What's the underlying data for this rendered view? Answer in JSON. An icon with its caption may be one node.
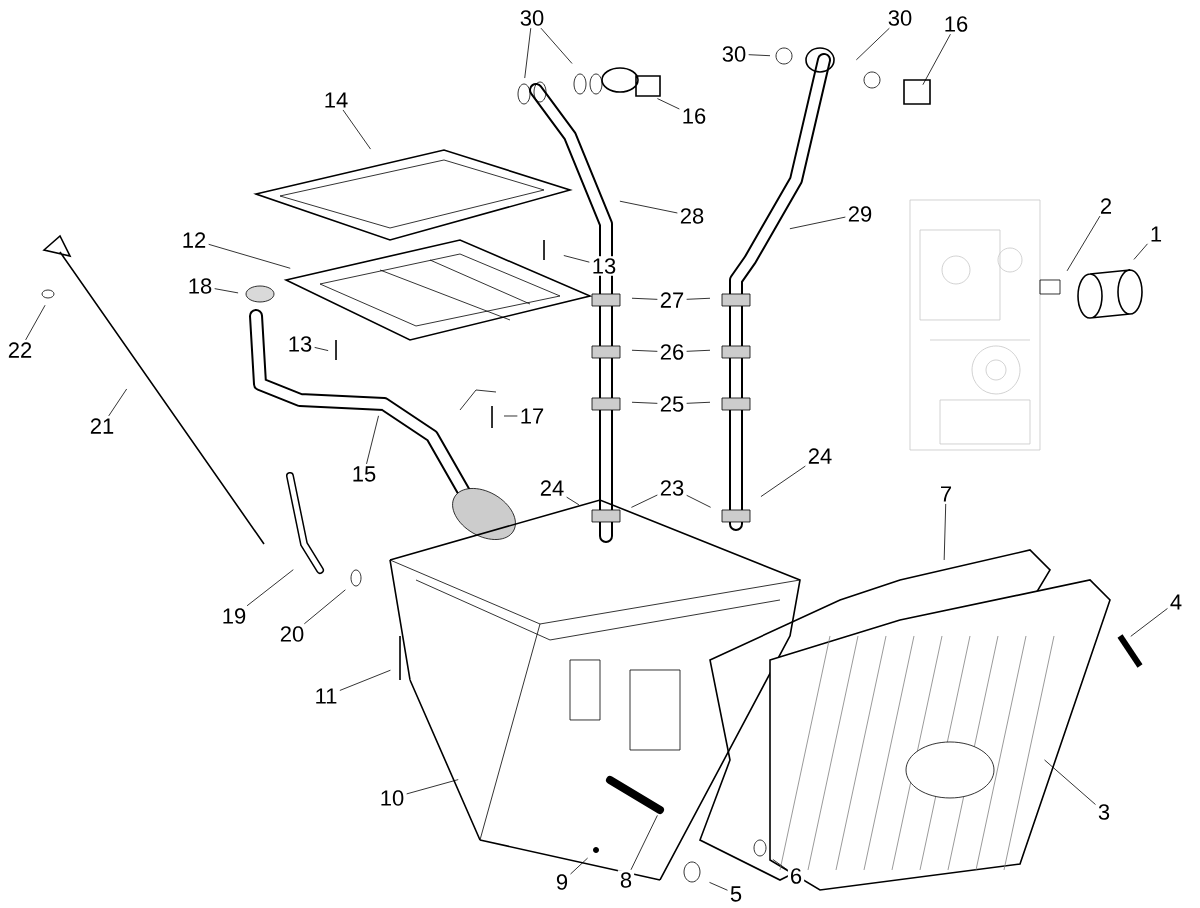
{
  "diagram": {
    "nodes": [
      {
        "text": [
          "1"
        ]
      },
      {
        "text": [
          "2"
        ]
      },
      {
        "text": [
          "3"
        ]
      },
      {
        "text": [
          "4"
        ]
      },
      {
        "text": [
          "5"
        ]
      },
      {
        "text": [
          "6"
        ]
      },
      {
        "text": [
          "7"
        ]
      },
      {
        "text": [
          "8"
        ]
      },
      {
        "text": [
          "9"
        ]
      },
      {
        "text": [
          "10"
        ]
      },
      {
        "text": [
          "11"
        ]
      },
      {
        "text": [
          "12"
        ]
      },
      {
        "text": [
          "13"
        ]
      },
      {
        "text": [
          "13"
        ]
      },
      {
        "text": [
          "14"
        ]
      },
      {
        "text": [
          "15"
        ]
      },
      {
        "text": [
          "16"
        ]
      },
      {
        "text": [
          "16"
        ]
      },
      {
        "text": [
          "17"
        ]
      },
      {
        "text": [
          "18"
        ]
      },
      {
        "text": [
          "19"
        ]
      },
      {
        "text": [
          "20"
        ]
      },
      {
        "text": [
          "21"
        ]
      },
      {
        "text": [
          "22"
        ]
      },
      {
        "text": [
          "23"
        ]
      },
      {
        "text": [
          "24"
        ]
      },
      {
        "text": [
          "24"
        ]
      },
      {
        "text": [
          "25"
        ]
      },
      {
        "text": [
          "26"
        ]
      },
      {
        "text": [
          "27"
        ]
      },
      {
        "text": [
          "28"
        ]
      },
      {
        "text": [
          "29"
        ]
      },
      {
        "text": [
          "30"
        ]
      },
      {
        "text": [
          "30"
        ]
      },
      {
        "text": [
          "30"
        ]
      }
    ],
    "edges": [
      {
        "from": 0,
        "to": null,
        "arrow": "none"
      },
      {
        "from": 1,
        "to": null,
        "arrow": "none"
      },
      {
        "from": 2,
        "to": null,
        "arrow": "none"
      },
      {
        "from": 3,
        "to": null,
        "arrow": "none"
      },
      {
        "from": 4,
        "to": null,
        "arrow": "none"
      },
      {
        "from": 5,
        "to": null,
        "arrow": "none"
      },
      {
        "from": 6,
        "to": null,
        "arrow": "none"
      },
      {
        "from": 7,
        "to": null,
        "arrow": "none"
      },
      {
        "from": 8,
        "to": null,
        "arrow": "none"
      },
      {
        "from": 9,
        "to": null,
        "arrow": "none"
      },
      {
        "from": 10,
        "to": null,
        "arrow": "none"
      },
      {
        "from": 11,
        "to": null,
        "arrow": "none"
      },
      {
        "from": 12,
        "to": null,
        "arrow": "none"
      },
      {
        "from": 13,
        "to": null,
        "arrow": "none"
      },
      {
        "from": 14,
        "to": null,
        "arrow": "none"
      },
      {
        "from": 15,
        "to": null,
        "arrow": "none"
      },
      {
        "from": 16,
        "to": null,
        "arrow": "none"
      },
      {
        "from": 17,
        "to": null,
        "arrow": "none"
      },
      {
        "from": 18,
        "to": null,
        "arrow": "none"
      },
      {
        "from": 19,
        "to": null,
        "arrow": "none"
      },
      {
        "from": 20,
        "to": null,
        "arrow": "none"
      },
      {
        "from": 21,
        "to": null,
        "arrow": "none"
      },
      {
        "from": 22,
        "to": null,
        "arrow": "none"
      },
      {
        "from": 23,
        "to": null,
        "arrow": "none"
      },
      {
        "from": 24,
        "to": null,
        "arrow": "none"
      },
      {
        "from": 24,
        "to": null,
        "arrow": "none"
      },
      {
        "from": 25,
        "to": null,
        "arrow": "none"
      },
      {
        "from": 26,
        "to": null,
        "arrow": "none"
      },
      {
        "from": 27,
        "to": null,
        "arrow": "none"
      },
      {
        "from": 27,
        "to": null,
        "arrow": "none"
      },
      {
        "from": 28,
        "to": null,
        "arrow": "none"
      },
      {
        "from": 28,
        "to": null,
        "arrow": "none"
      },
      {
        "from": 29,
        "to": null,
        "arrow": "none"
      },
      {
        "from": 29,
        "to": null,
        "arrow": "none"
      },
      {
        "from": 30,
        "to": null,
        "arrow": "none"
      },
      {
        "from": 31,
        "to": null,
        "arrow": "none"
      },
      {
        "from": 32,
        "to": null,
        "arrow": "none"
      },
      {
        "from": 32,
        "to": null,
        "arrow": "none"
      },
      {
        "from": 33,
        "to": null,
        "arrow": "none"
      },
      {
        "from": 34,
        "to": null,
        "arrow": "none"
      }
    ]
  }
}
